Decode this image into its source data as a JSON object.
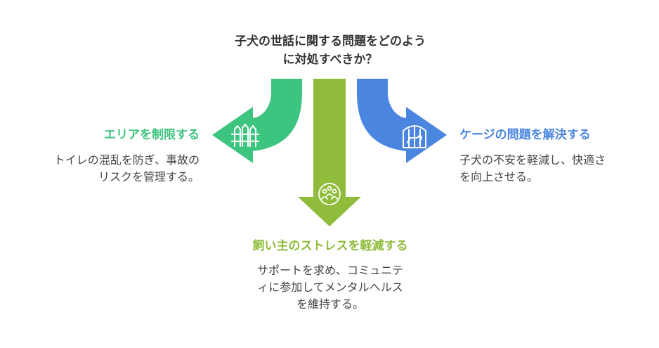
{
  "title": {
    "line1": "子犬の世話に関する問題をどのよう",
    "line2": "に対処すべきか？"
  },
  "branches": {
    "left": {
      "heading": "エリアを制限する",
      "desc_line1": "トイレの混乱を防ぎ、事故の",
      "desc_line2": "リスクを管理する。",
      "color": "#3dc47e",
      "icon": "fence-icon"
    },
    "center": {
      "heading": "飼い主のストレスを軽減する",
      "desc_line1": "サポートを求め、コミュニテ",
      "desc_line2": "ィに参加してメンタルヘルス",
      "desc_line3": "を維持する。",
      "color": "#8fbc3a",
      "icon": "community-icon"
    },
    "right": {
      "heading": "ケージの問題を解決する",
      "desc_line1": "子犬の不安を軽減し、快適さ",
      "desc_line2": "を向上させる。",
      "color": "#4a86e0",
      "icon": "dog-cage-icon"
    }
  }
}
